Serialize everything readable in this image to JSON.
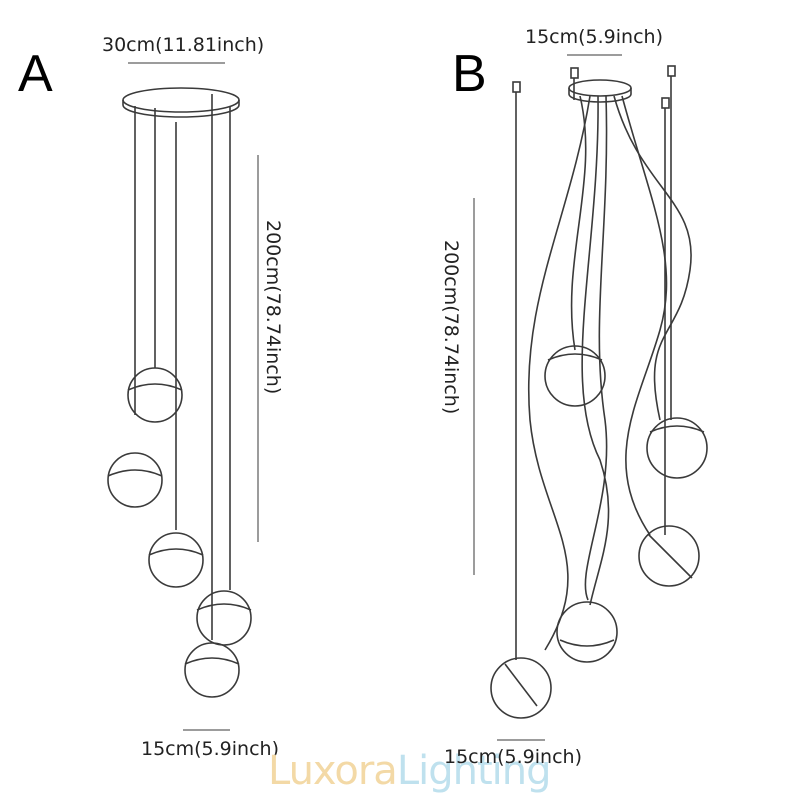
{
  "diagram_a": {
    "label": "A",
    "top_dimension": "30cm(11.81inch)",
    "height_dimension": "200cm(78.74inch)",
    "bottom_dimension": "15cm(5.9inch)"
  },
  "diagram_b": {
    "label": "B",
    "top_dimension": "15cm(5.9inch)",
    "height_dimension": "200cm(78.74inch)",
    "bottom_dimension": "15cm(5.9inch)"
  },
  "watermark": {
    "part1": "Luxora",
    "part2": "Lighting"
  }
}
